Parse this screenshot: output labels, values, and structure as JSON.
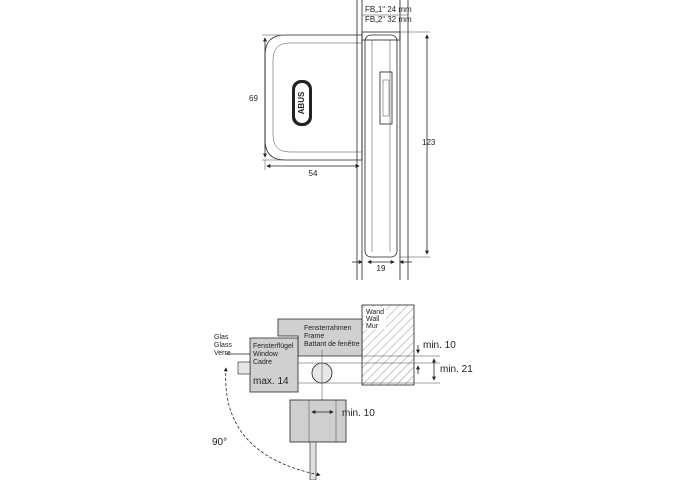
{
  "top_view": {
    "logo": "ABUS",
    "dim_width": "54",
    "dim_height": "69",
    "dim_total_height": "123",
    "dim_bottom": "19",
    "fb1": "FB„1“ 24 mm",
    "fb2": "FB„2“ 32 mm"
  },
  "section_view": {
    "wall_de": "Wand",
    "wall_en": "Wall",
    "wall_fr": "Mur",
    "frame_de": "Fensterrahmen",
    "frame_en": "Frame",
    "frame_fr": "Battant de fenêtre",
    "sash_de": "Fensterflügel",
    "sash_en": "Window",
    "sash_fr": "Cadre",
    "glass_de": "Glas",
    "glass_en": "Glass",
    "glass_fr": "Verre",
    "max_label": "max. 14",
    "min10_top": "min. 10",
    "min21": "min. 21",
    "min10_bottom": "min. 10",
    "angle": "90°"
  }
}
